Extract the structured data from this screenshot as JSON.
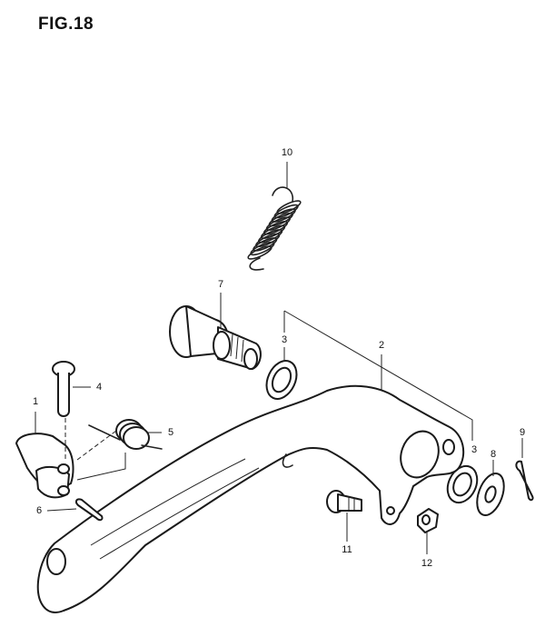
{
  "figure": {
    "title": "FIG.18"
  },
  "callouts": [
    {
      "id": "1",
      "label": "1"
    },
    {
      "id": "2",
      "label": "2"
    },
    {
      "id": "3a",
      "label": "3"
    },
    {
      "id": "3b",
      "label": "3"
    },
    {
      "id": "4",
      "label": "4"
    },
    {
      "id": "5",
      "label": "5"
    },
    {
      "id": "6",
      "label": "6"
    },
    {
      "id": "7",
      "label": "7"
    },
    {
      "id": "8",
      "label": "8"
    },
    {
      "id": "9",
      "label": "9"
    },
    {
      "id": "10",
      "label": "10"
    },
    {
      "id": "11",
      "label": "11"
    },
    {
      "id": "12",
      "label": "12"
    }
  ]
}
